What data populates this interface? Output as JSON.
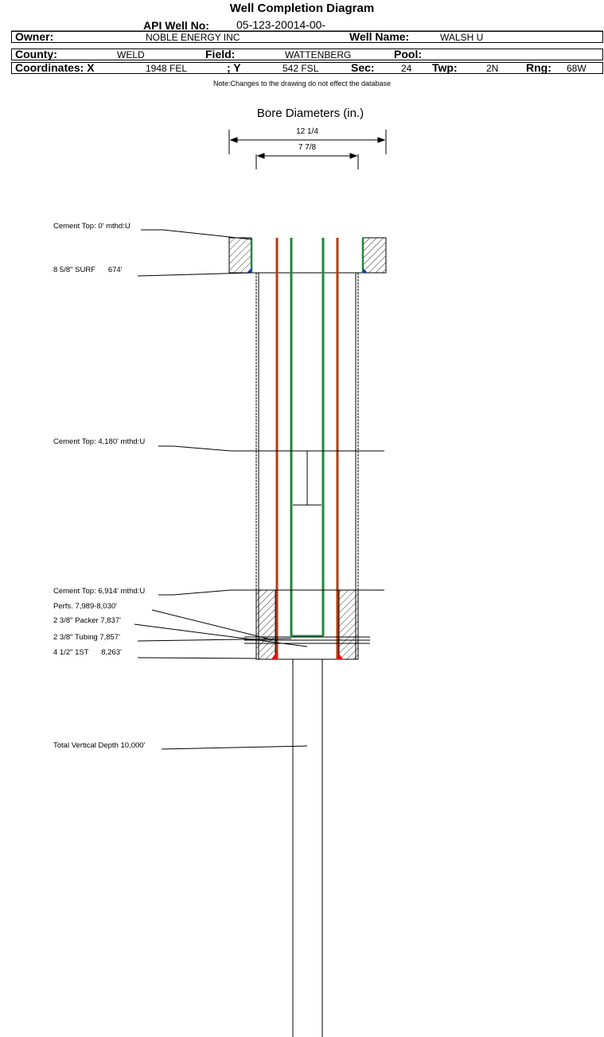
{
  "header": {
    "title": "Well Completion Diagram",
    "api_label": "API Well No:",
    "api_value": "05-123-20014-00-",
    "owner_label": "Owner:",
    "owner_value": "NOBLE ENERGY INC",
    "well_name_label": "Well Name:",
    "well_name_value": "WALSH U",
    "county_label": "County:",
    "county_value": "WELD",
    "field_label": "Field:",
    "field_value": "WATTENBERG",
    "pool_label": "Pool:",
    "pool_value": "",
    "coord_x_label": "Coordinates: X",
    "coord_x_value": "1948 FEL",
    "coord_y_label": "; Y",
    "coord_y_value": "542 FSL",
    "sec_label": "Sec:",
    "sec_value": "24",
    "twp_label": "Twp:",
    "twp_value": "2N",
    "rng_label": "Rng:",
    "rng_value": "68W",
    "note": "Note:Changes to the drawing do not effect the database"
  },
  "bore": {
    "title": "Bore Diameters (in.)",
    "dim1": "12 1/4",
    "dim2": "7 7/8"
  },
  "callouts": {
    "cement_top_0": "Cement Top: 0' mthd:U",
    "surf_casing": "8 5/8\" SURF      674'",
    "cement_top_4180": "Cement Top: 4,180' mthd:U",
    "cement_top_6914": "Cement Top: 6,914' mthd:U",
    "perfs": "Perfs. 7,989-8,030'",
    "packer": "2 3/8\" Packer 7,837'",
    "tubing": "2 3/8\" Tubing 7,857'",
    "prod_casing": "4 1/2\" 1ST      8,263'",
    "tvd": "Total Vertical Depth 10,000'"
  },
  "colors": {
    "surface_casing": "#1a8a3a",
    "production_casing": "#b83a10",
    "tubing": "#1a8a3a",
    "shoe_surface": "#1f2fd0",
    "shoe_production": "#e01010"
  }
}
